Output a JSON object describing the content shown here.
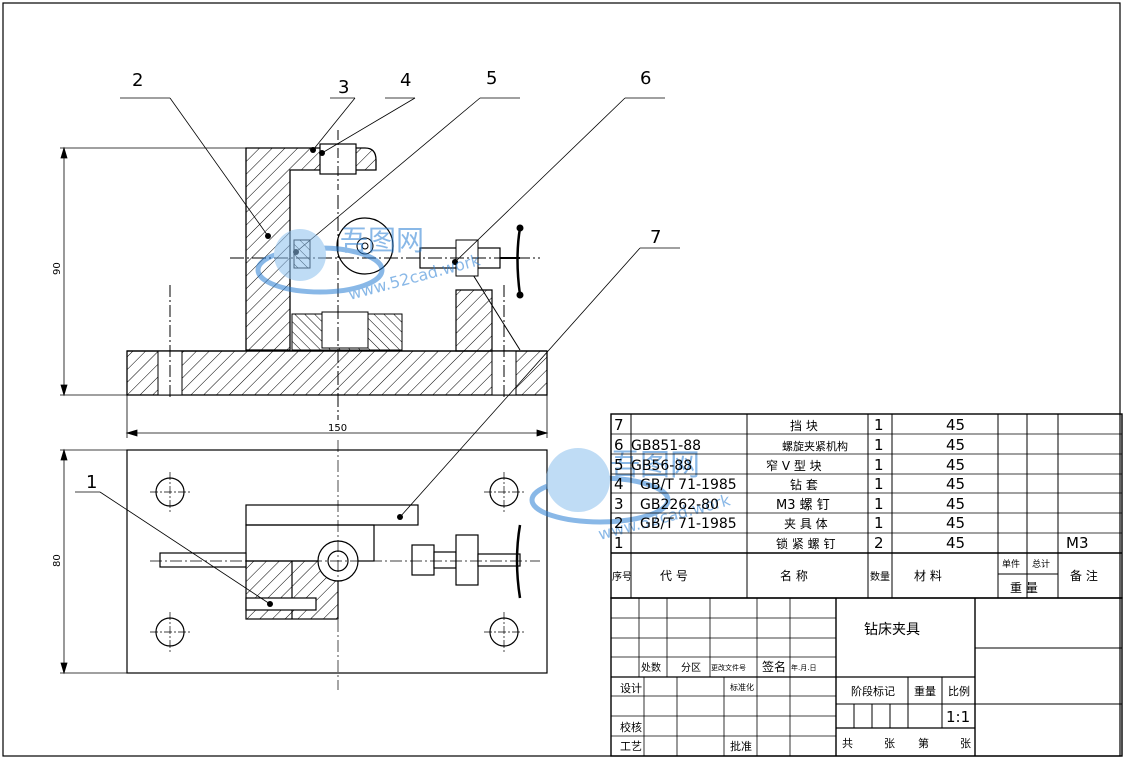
{
  "dimensions": {
    "height_front": "90",
    "width_front": "150",
    "height_top": "80"
  },
  "balloons": [
    "1",
    "2",
    "3",
    "4",
    "5",
    "6",
    "7"
  ],
  "watermark": {
    "text_cn": "吾图网",
    "text_url": "www.52cad.work"
  },
  "bom": {
    "rows": [
      {
        "no": "7",
        "code": "",
        "name": "挡 块",
        "qty": "1",
        "material": "45",
        "note": ""
      },
      {
        "no": "6",
        "code": "GB851-88",
        "name": "螺旋夹紧机构",
        "qty": "1",
        "material": "45",
        "note": ""
      },
      {
        "no": "5",
        "code": "GB56-88",
        "name": "窄 V 型 块",
        "qty": "1",
        "material": "45",
        "note": ""
      },
      {
        "no": "4",
        "code": "GB/T 71-1985",
        "name": "钻 套",
        "qty": "1",
        "material": "45",
        "note": ""
      },
      {
        "no": "3",
        "code": "GB2262-80",
        "name": "M3 螺 钉",
        "qty": "1",
        "material": "45",
        "note": ""
      },
      {
        "no": "2",
        "code": "GB/T 71-1985",
        "name": "夹 具 体",
        "qty": "1",
        "material": "45",
        "note": ""
      },
      {
        "no": "1",
        "code": "",
        "name": "锁 紧 螺 钉",
        "qty": "2",
        "material": "45",
        "note": "M3"
      }
    ],
    "header": {
      "no": "序号",
      "code": "代 号",
      "name": "名 称",
      "qty": "数量",
      "material": "材 料",
      "unit_weight": "单件",
      "total_weight": "总计",
      "weight": "重 量",
      "note": "备 注"
    }
  },
  "title_block": {
    "drawing_name": "钻床夹具",
    "mark_cnt": "处数",
    "zone": "分区",
    "change_doc": "更改文件号",
    "signature": "签名",
    "date": "年.月.日",
    "design": "设计",
    "standardize": "标准化",
    "stage_mark": "阶段标记",
    "weight": "重量",
    "scale_label": "比例",
    "scale": "1:1",
    "check": "校核",
    "process": "工艺",
    "approve": "批准",
    "total": "共",
    "sheet_unit": "张",
    "sheet_no": "第",
    "sheet_unit2": "张"
  }
}
